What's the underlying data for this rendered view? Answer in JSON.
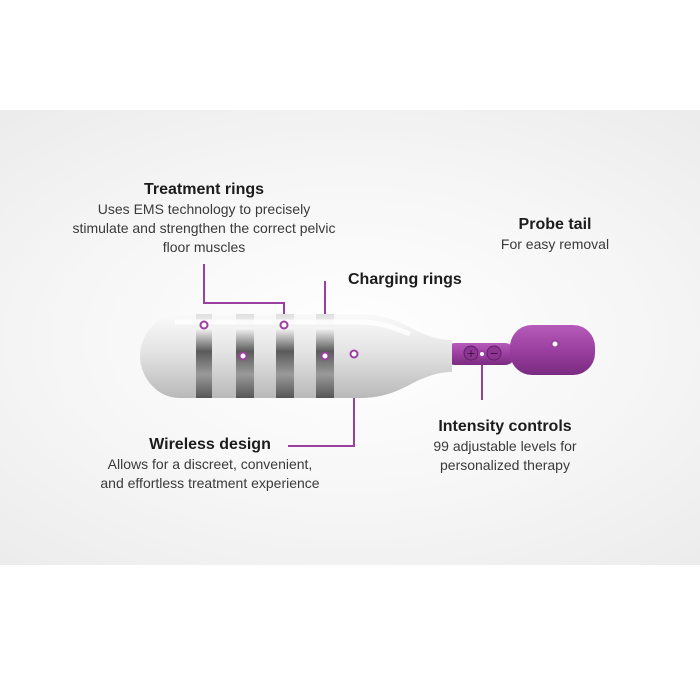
{
  "callouts": {
    "treatment_rings": {
      "title": "Treatment rings",
      "description": "Uses EMS technology to precisely stimulate and strengthen the correct pelvic floor muscles"
    },
    "charging_rings": {
      "title": "Charging rings"
    },
    "probe_tail": {
      "title": "Probe tail",
      "description": "For easy removal"
    },
    "wireless_design": {
      "title": "Wireless design",
      "description": "Allows for a discreet, convenient, and effortless treatment experience"
    },
    "intensity_controls": {
      "title": "Intensity controls",
      "description": "99 adjustable levels for personalized therapy"
    }
  },
  "device": {
    "control_symbols": [
      "+",
      "−"
    ]
  },
  "colors": {
    "accent_purple": "#9b3fa0",
    "body_white": "#e9e9e9",
    "metal_ring": "#6e6e6e",
    "text": "#1c1c1c"
  }
}
